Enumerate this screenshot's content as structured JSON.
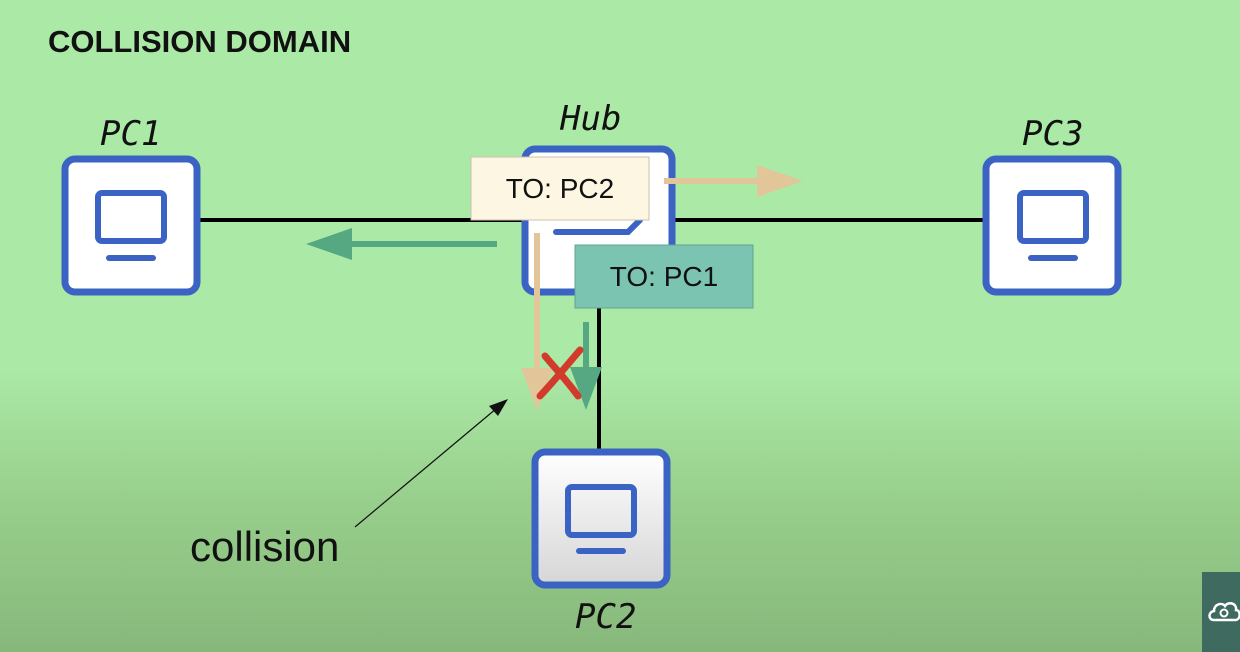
{
  "title": "COLLISION DOMAIN",
  "nodes": {
    "pc1": "PC1",
    "hub": "Hub",
    "pc3": "PC3",
    "pc2": "PC2"
  },
  "frames": {
    "to_pc2": "TO: PC2",
    "to_pc1": "TO: PC1"
  },
  "annotation": "collision",
  "icons": [
    "monitor-icon",
    "hub-icon",
    "collision-x-icon",
    "cloud-settings-icon"
  ],
  "colors": {
    "background": "#abe9a6",
    "device_border": "#3a63c4",
    "frame_to_pc2": "#fdf6e3",
    "frame_to_pc1": "#7bc4b2",
    "arrow_to_pc2": "#e3c59a",
    "arrow_to_pc1": "#55a882",
    "collision_mark": "#d23b2b"
  }
}
